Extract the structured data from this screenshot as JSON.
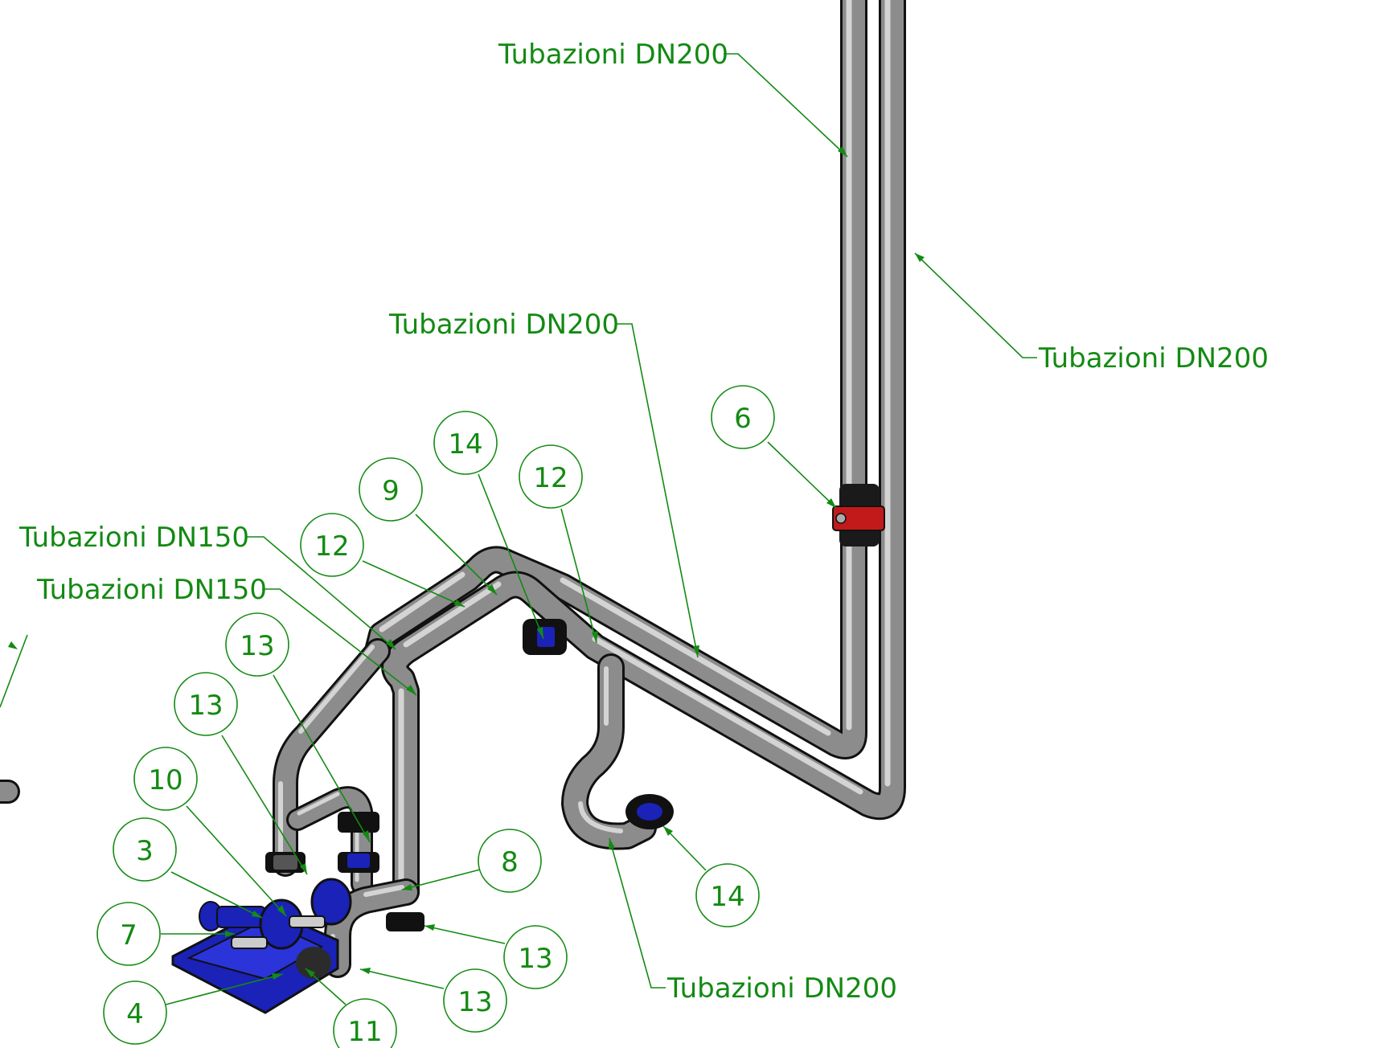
{
  "colors": {
    "annotation": "#138a13",
    "pipe_outline": "#111111",
    "pipe_body": "#8c8c8c",
    "pipe_highlight": "#d4d4d4",
    "pump_blue": "#1a22b8",
    "valve_red": "#c21a1a"
  },
  "labels": [
    {
      "id": "tub-dn200-top",
      "text": "Tubazioni DN200"
    },
    {
      "id": "tub-dn200-mid",
      "text": "Tubazioni DN200"
    },
    {
      "id": "tub-dn200-right",
      "text": "Tubazioni DN200"
    },
    {
      "id": "tub-dn150-a",
      "text": "Tubazioni DN150"
    },
    {
      "id": "tub-dn150-b",
      "text": "Tubazioni DN150"
    },
    {
      "id": "tub-dn200-bottom",
      "text": "Tubazioni DN200"
    }
  ],
  "balloons": [
    {
      "id": "b6",
      "text": "6"
    },
    {
      "id": "b14a",
      "text": "14"
    },
    {
      "id": "b12a",
      "text": "12"
    },
    {
      "id": "b9",
      "text": "9"
    },
    {
      "id": "b12b",
      "text": "12"
    },
    {
      "id": "b13a",
      "text": "13"
    },
    {
      "id": "b13b",
      "text": "13"
    },
    {
      "id": "b10",
      "text": "10"
    },
    {
      "id": "b3",
      "text": "3"
    },
    {
      "id": "b7",
      "text": "7"
    },
    {
      "id": "b4",
      "text": "4"
    },
    {
      "id": "b11",
      "text": "11"
    },
    {
      "id": "b13c",
      "text": "13"
    },
    {
      "id": "b13d",
      "text": "13"
    },
    {
      "id": "b8",
      "text": "8"
    },
    {
      "id": "b14b",
      "text": "14"
    }
  ]
}
